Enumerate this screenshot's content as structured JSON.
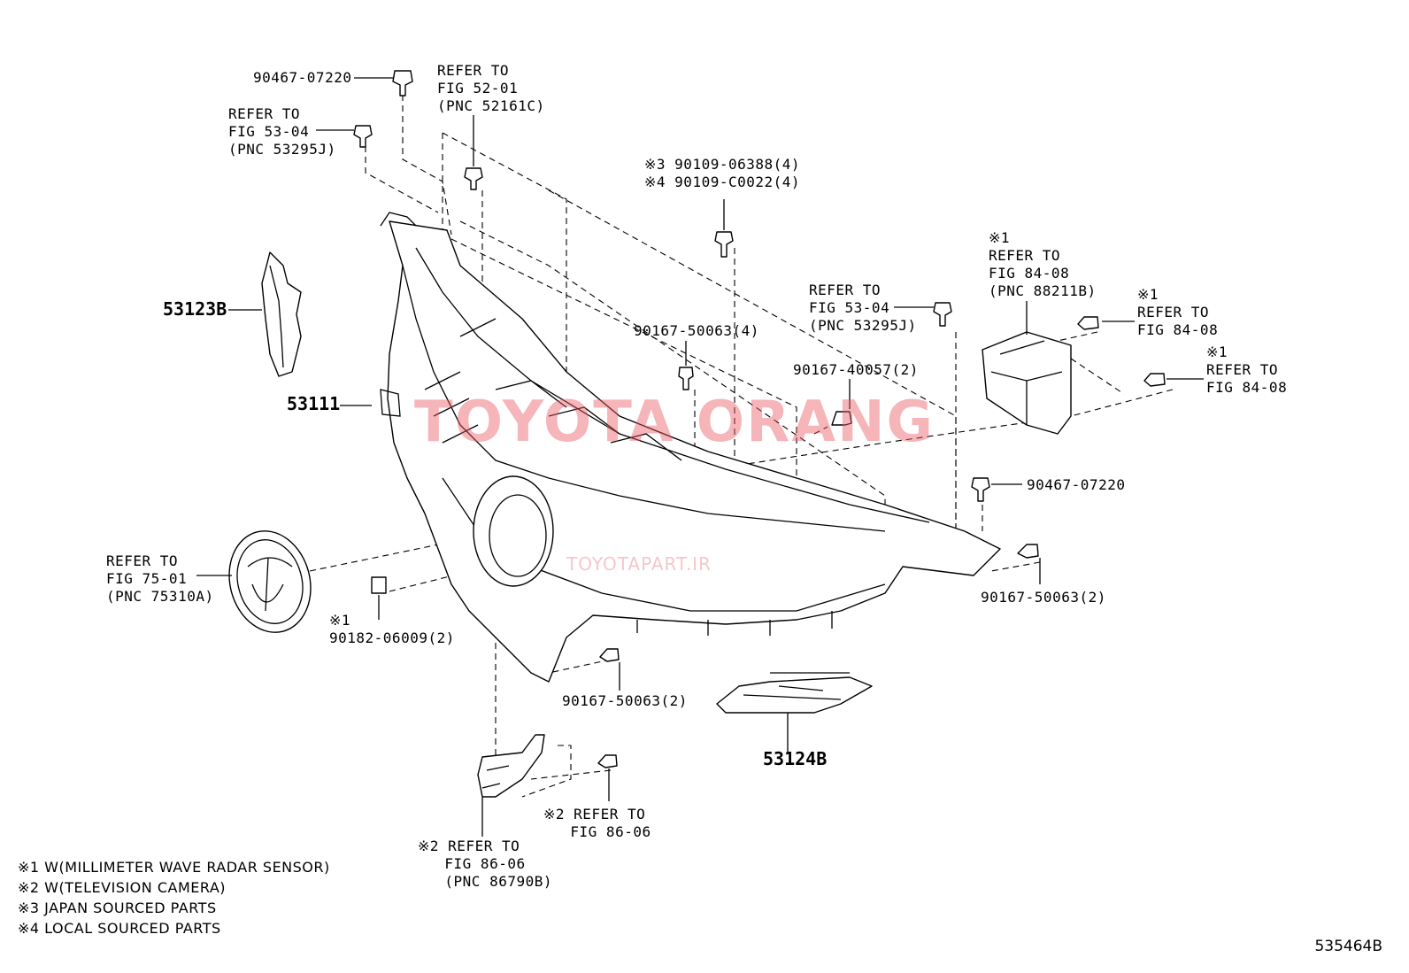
{
  "labels": {
    "p_90467_top": "90467-07220",
    "refer_52_01": "REFER TO\nFIG 52-01\n(PNC 52161C)",
    "refer_53_04_a": "REFER TO\nFIG 53-04\n(PNC 53295J)",
    "mark_90109": "※3 90109-06388(4)\n※4 90109-C0022(4)",
    "refer_84_08_a": "※1\nREFER TO\nFIG 84-08\n(PNC 88211B)",
    "refer_84_08_b": "※1\nREFER TO\nFIG 84-08",
    "refer_84_08_c": "※1\nREFER TO\nFIG 84-08",
    "refer_53_04_b": "REFER TO\nFIG 53-04\n(PNC 53295J)",
    "p_90167_50063_4": "90167-50063(4)",
    "p_90167_40057": "90167-40057(2)",
    "p_53123b": "53123B",
    "p_53111": "53111",
    "p_90467_right": "90467-07220",
    "p_90167_50063_r": "90167-50063(2)",
    "refer_75_01": "REFER TO\nFIG 75-01\n(PNC 75310A)",
    "p_90182": "※1\n90182-06009(2)",
    "p_90167_50063_b": "90167-50063(2)",
    "p_53124b": "53124B",
    "refer_86_06_a": "※2 REFER TO\n   FIG 86-06",
    "refer_86_06_b": "※2 REFER TO\n   FIG 86-06\n   (PNC 86790B)"
  },
  "legend": [
    "※1 W(MILLIMETER WAVE RADAR SENSOR)",
    "※2 W(TELEVISION CAMERA)",
    "※3 JAPAN SOURCED PARTS",
    "※4 LOCAL SOURCED PARTS"
  ],
  "diagram_code": "535464B",
  "watermark": {
    "main": "TOYOTA ORANG",
    "sub": "TOYOTAPART.IR"
  },
  "colors": {
    "watermark": "#e85a64",
    "line": "#000000"
  }
}
